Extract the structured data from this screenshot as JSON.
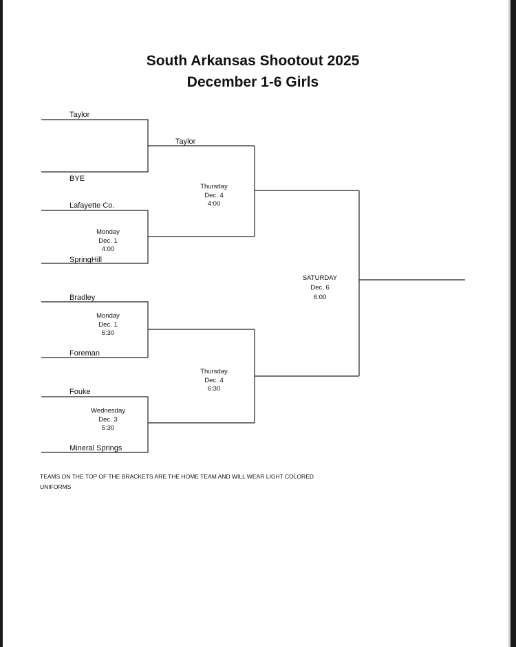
{
  "header": {
    "title_line1": "South Arkansas Shootout 2025",
    "title_line2": "December 1-6   Girls"
  },
  "round1": {
    "slot1_top": "Taylor",
    "slot1_bottom": "BYE",
    "game2": {
      "top": "Lafayette Co.",
      "bottom": "SpringHill",
      "day": "Monday",
      "date": "Dec. 1",
      "time": "4:00"
    },
    "game3": {
      "top": "Bradley",
      "bottom": "Foreman",
      "day": "Monday",
      "date": "Dec. 1",
      "time": "6:30"
    },
    "game4": {
      "top": "Fouke",
      "bottom": "Mineral Springs",
      "day": "Wednesday",
      "date": "Dec. 3",
      "time": "5:30"
    }
  },
  "semifinal": {
    "upper": {
      "advanced_team": "Taylor",
      "day": "Thursday",
      "date": "Dec. 4",
      "time": "4:00"
    },
    "lower": {
      "day": "Thursday",
      "date": "Dec. 4",
      "time": "6:30"
    }
  },
  "final": {
    "day": "SATURDAY",
    "date": "Dec. 6",
    "time": "6:00"
  },
  "footer": {
    "note": "TEAMS ON THE TOP OF THE BRACKETS ARE THE HOME TEAM AND WILL WEAR LIGHT COLORED UNIFORMS"
  }
}
